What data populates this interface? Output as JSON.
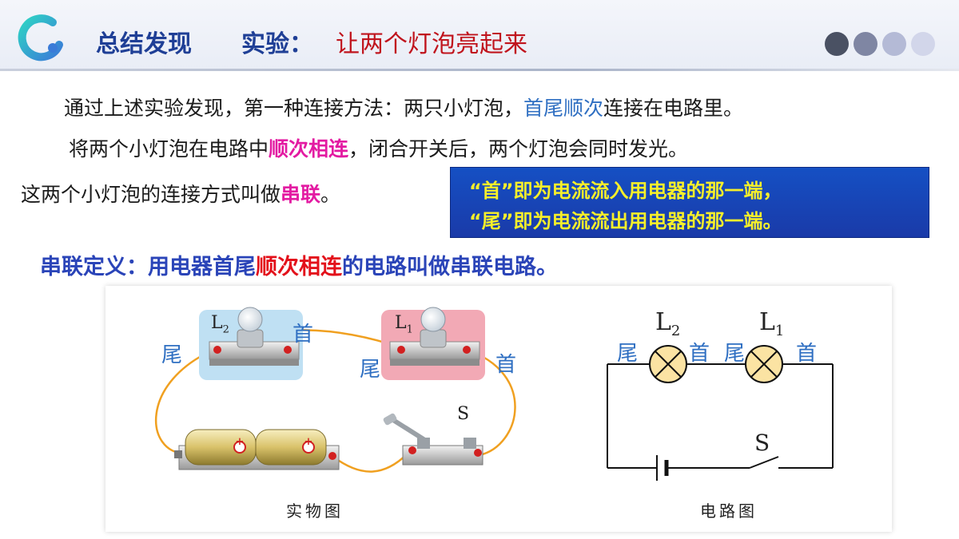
{
  "header": {
    "title_main": "总结发现",
    "title_sub_label": "实验：",
    "title_sub_text": "让两个灯泡亮起来",
    "dot_colors": [
      "#4a5163",
      "#7f86a3",
      "#b4bad6",
      "#d2d6ea"
    ]
  },
  "body": {
    "line1_pre": "通过上述实验发现，第一种连接方法：两只小灯泡，",
    "line1_highlight": "首尾顺次",
    "line1_post": "连接在电路里。",
    "line2_pre": "将两个小灯泡在电路中",
    "line2_highlight": "顺次相连",
    "line2_post": "，闭合开关后，两个灯泡会同时发光。",
    "line3_pre": "这两个小灯泡的连接方式叫做",
    "line3_highlight": "串联",
    "line3_post": "。"
  },
  "note": {
    "line1": "“首”即为电流流入用电器的那一端，",
    "line2": "“尾”即为电流流出用电器的那一端。"
  },
  "definition": {
    "pre": "串联定义：用电器首尾",
    "highlight": "顺次相连",
    "post": "的电路叫做串联电路。"
  },
  "physical": {
    "caption": "实物图",
    "lamp1_name": "L",
    "lamp1_sub": "2",
    "lamp2_name": "L",
    "lamp2_sub": "1",
    "lamp1_head": "首",
    "lamp1_tail": "尾",
    "lamp2_head": "首",
    "lamp2_tail": "尾",
    "switch_label": "S",
    "battery_plus": "+"
  },
  "circuit": {
    "caption": "电路图",
    "lamp1_name": "L",
    "lamp1_sub": "2",
    "lamp2_name": "L",
    "lamp2_sub": "1",
    "tail1": "尾",
    "head1": "首",
    "tail2": "尾",
    "head2": "首",
    "switch_label": "S"
  }
}
